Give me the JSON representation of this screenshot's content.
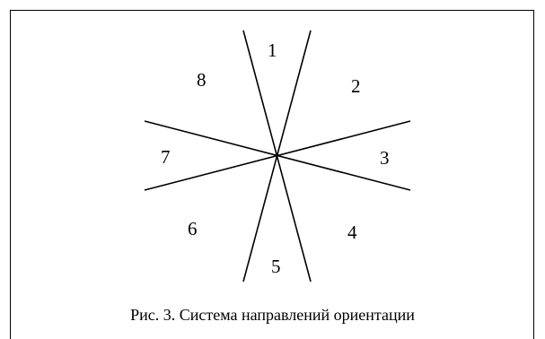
{
  "figure": {
    "caption": "Рис. 3. Система направлений ориентации",
    "line_color": "#000000",
    "sectors": [
      {
        "id": "1",
        "label": "1"
      },
      {
        "id": "2",
        "label": "2"
      },
      {
        "id": "3",
        "label": "3"
      },
      {
        "id": "4",
        "label": "4"
      },
      {
        "id": "5",
        "label": "5"
      },
      {
        "id": "6",
        "label": "6"
      },
      {
        "id": "7",
        "label": "7"
      },
      {
        "id": "8",
        "label": "8"
      }
    ]
  }
}
